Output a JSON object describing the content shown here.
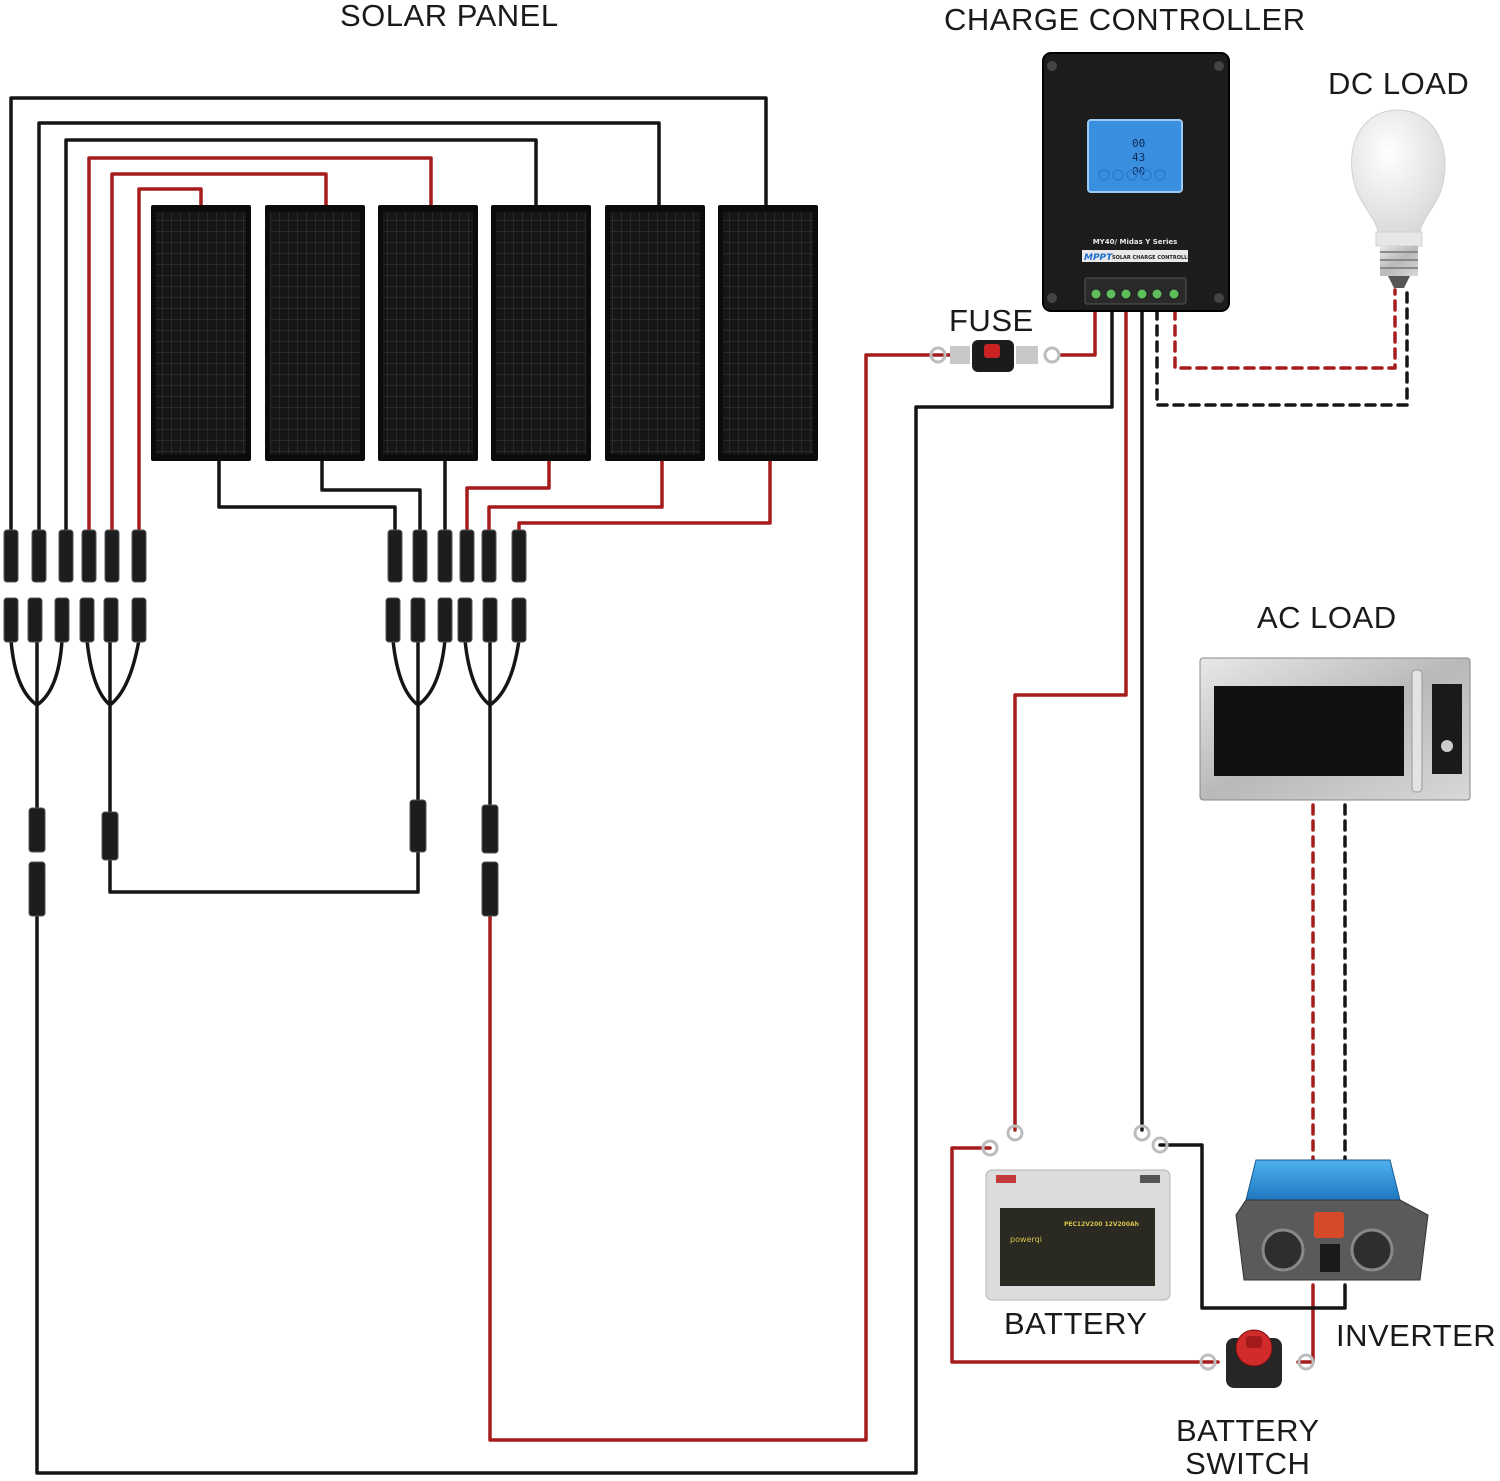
{
  "labels": {
    "solar_panel": "SOLAR PANEL",
    "charge_controller": "CHARGE CONTROLLER",
    "dc_load": "DC LOAD",
    "fuse": "FUSE",
    "ac_load": "AC LOAD",
    "battery": "BATTERY",
    "inverter": "INVERTER",
    "battery_switch_line1": "BATTERY",
    "battery_switch_line2": "SWITCH"
  },
  "controller": {
    "model": "MY40/ Midas Y Series",
    "brand": "MPPT",
    "subtitle": "SOLAR CHARGE CONTROLLER",
    "lcd_line1": "00",
    "lcd_line2": "43",
    "lcd_line3": "00"
  },
  "battery_unit": {
    "brand": "powerqi",
    "model": "PEC12V200 12V200Ah"
  },
  "colors": {
    "positive_wire": "#a51c1c",
    "negative_wire": "#151515",
    "inverter_body": "#2f8fd6",
    "controller_body": "#1c1c1c",
    "lcd_screen": "#3a8fe0"
  }
}
